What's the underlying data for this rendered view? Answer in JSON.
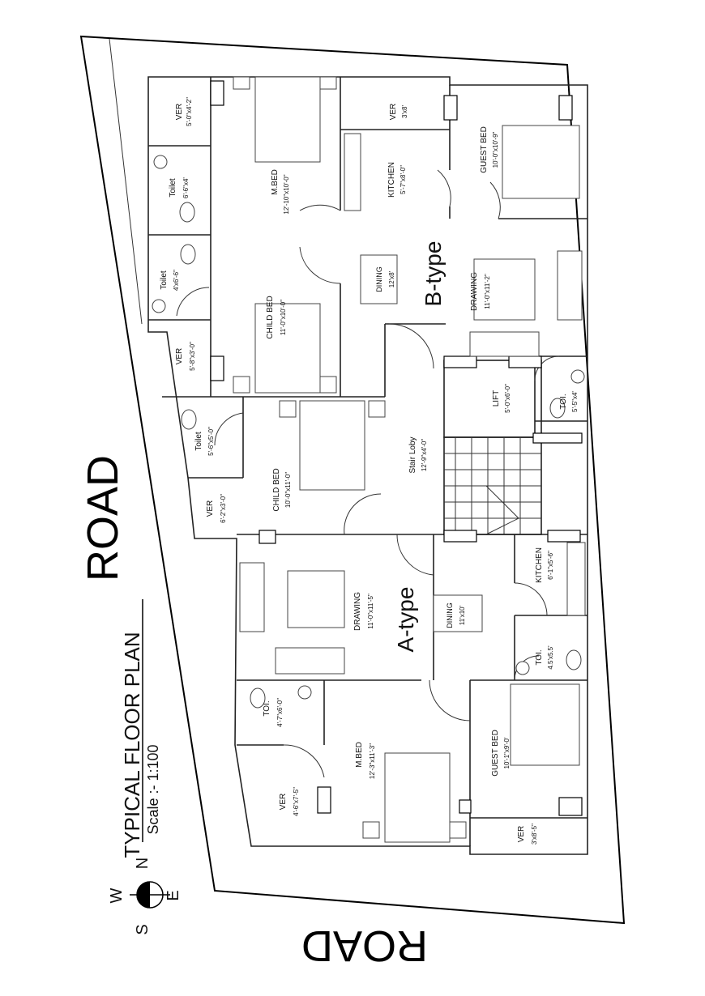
{
  "title": "TYPICAL FLOOR PLAN",
  "scale": "Scale :- 1:100",
  "road_left": "ROAD",
  "road_bottom": "ROAD",
  "compass": {
    "north": "N",
    "south": "S",
    "east": "E",
    "west": "W"
  },
  "unit_b": "B-type",
  "unit_a": "A-type",
  "stair": {
    "name": "Stair Loby",
    "dim": "12'-9\"x4'-0\""
  },
  "lift": {
    "name": "LIFT",
    "dim": "5'-0\"x6'-0\""
  },
  "b_rooms": {
    "ver1": {
      "name": "VER",
      "dim": "5'-0\"x4'-2\""
    },
    "toilet1": {
      "name": "Toilet",
      "dim": "6'-6\"x4'"
    },
    "mbed": {
      "name": "M.BED",
      "dim": "12'-10\"x10'-0\""
    },
    "toilet2": {
      "name": "Toilet",
      "dim": "4'x6'-6\""
    },
    "childbed": {
      "name": "CHILD BED",
      "dim": "11'-0\"x10'-0\""
    },
    "ver2": {
      "name": "VER",
      "dim": "5'-8\"x3'-0\""
    },
    "ver3": {
      "name": "VER",
      "dim": "3'x8'"
    },
    "kitchen": {
      "name": "KITCHEN",
      "dim": "5'-7\"x8'-0\""
    },
    "guestbed": {
      "name": "GUEST BED",
      "dim": "10'-0\"x10'-9\""
    },
    "dining": {
      "name": "DINING",
      "dim": "12'x8'"
    },
    "drawing": {
      "name": "DRAWING",
      "dim": "11'-0\"x11'-2\""
    },
    "toi": {
      "name": "TOI.",
      "dim": "5'-5\"x4'"
    }
  },
  "a_rooms": {
    "toilet": {
      "name": "Toilet",
      "dim": "5'-6\"x5'-0\""
    },
    "childbed": {
      "name": "CHILD BED",
      "dim": "10'-0\"x11'-0\""
    },
    "ver1": {
      "name": "VER",
      "dim": "6'-2\"x3'-0\""
    },
    "drawing": {
      "name": "DRAWING",
      "dim": "11'-0\"x11'-5\""
    },
    "dining": {
      "name": "DINING",
      "dim": "11'x10'"
    },
    "kitchen": {
      "name": "KITCHEN",
      "dim": "6'-1\"x5'-6\""
    },
    "toi2": {
      "name": "TOI.",
      "dim": "4.5'x5.5'"
    },
    "toi1": {
      "name": "TOI.",
      "dim": "4'-7\"x6'-0\""
    },
    "mbed": {
      "name": "M.BED",
      "dim": "12'-3\"x11'-3\""
    },
    "ver2": {
      "name": "VER",
      "dim": "4'-6\"x7'-5\""
    },
    "guestbed": {
      "name": "GUEST BED",
      "dim": "10'-1\"x9'-0'"
    },
    "ver3": {
      "name": "VER",
      "dim": "3'x8'-5\""
    }
  }
}
